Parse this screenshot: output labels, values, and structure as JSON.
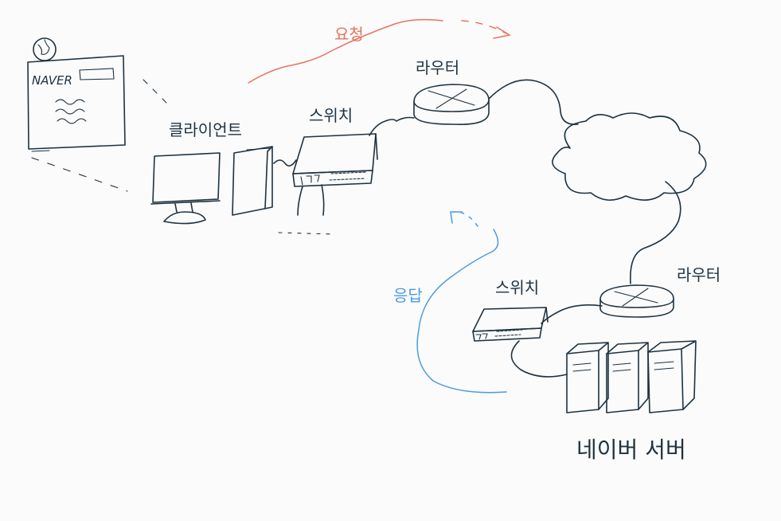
{
  "labels": {
    "client": "클라이언트",
    "switch_top": "스위치",
    "router_top": "라우터",
    "request": "요청",
    "response": "응답",
    "switch_bottom": "스위치",
    "router_bottom": "라우터",
    "servers": "네이버 서버",
    "browser_brand": "NAVER"
  },
  "colors": {
    "ink": "#1e3240",
    "request": "#e8735f",
    "response": "#4a9be0",
    "background": "#fbfbfb"
  },
  "icons": [
    "browser-window-icon",
    "globe-icon",
    "monitor-icon",
    "pc-tower-icon",
    "switch-icon",
    "router-icon",
    "cloud-icon",
    "server-rack-icon"
  ]
}
